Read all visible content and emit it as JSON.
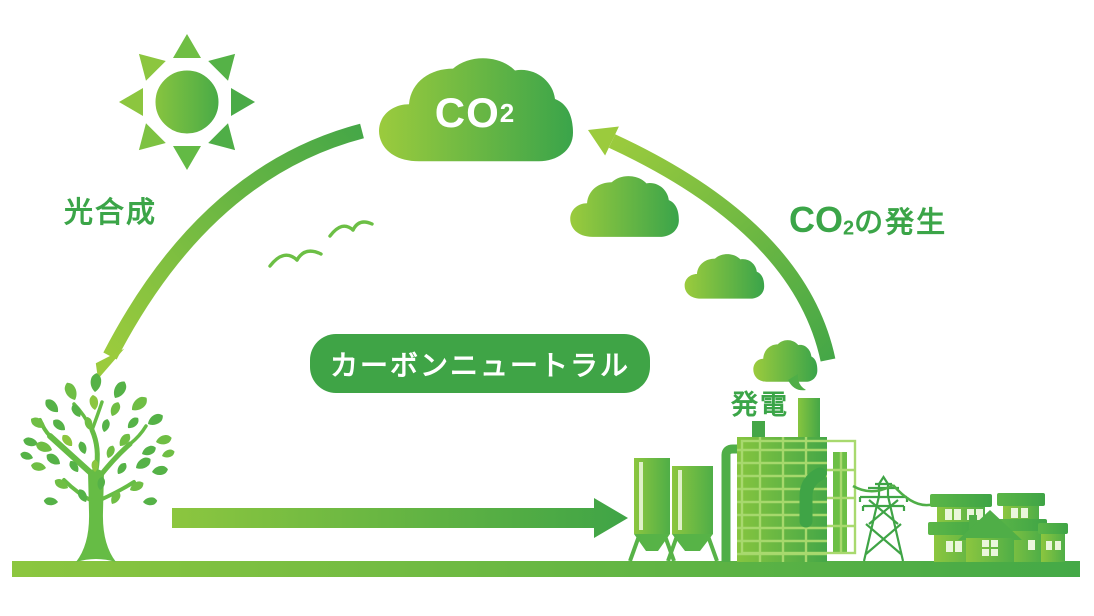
{
  "badge": {
    "label": "カーボンニュートラル"
  },
  "labels": {
    "photosynthesis": "光合成",
    "power_generation": "発電",
    "co2_cloud": {
      "main": "CO",
      "sub": "2"
    },
    "co2_generation": {
      "main": "CO",
      "sub": "2",
      "suffix": "の発生"
    }
  },
  "colors": {
    "light_green": "#8CC63F",
    "mid_green": "#6CBF45",
    "green": "#3FA446",
    "text_green": "#3BA548",
    "badge_green": "#3FA446",
    "white": "#FFFFFF"
  },
  "icons": {
    "sun": "sun-icon",
    "co2_cloud": "co2-cloud-icon",
    "small_cloud_1": "cloud-icon",
    "small_cloud_2": "cloud-icon",
    "smoke_cloud": "smoke-cloud-icon",
    "birds": "bird-icon",
    "tree": "tree-icon",
    "factory": "factory-icon",
    "transmission_tower": "power-tower-icon",
    "houses": "houses-icon",
    "photosynthesis_arrow": "arc-arrow-down-icon",
    "co2_arrow": "arc-arrow-up-icon",
    "transfer_arrow": "right-arrow-icon",
    "ground": "ground-strip"
  }
}
